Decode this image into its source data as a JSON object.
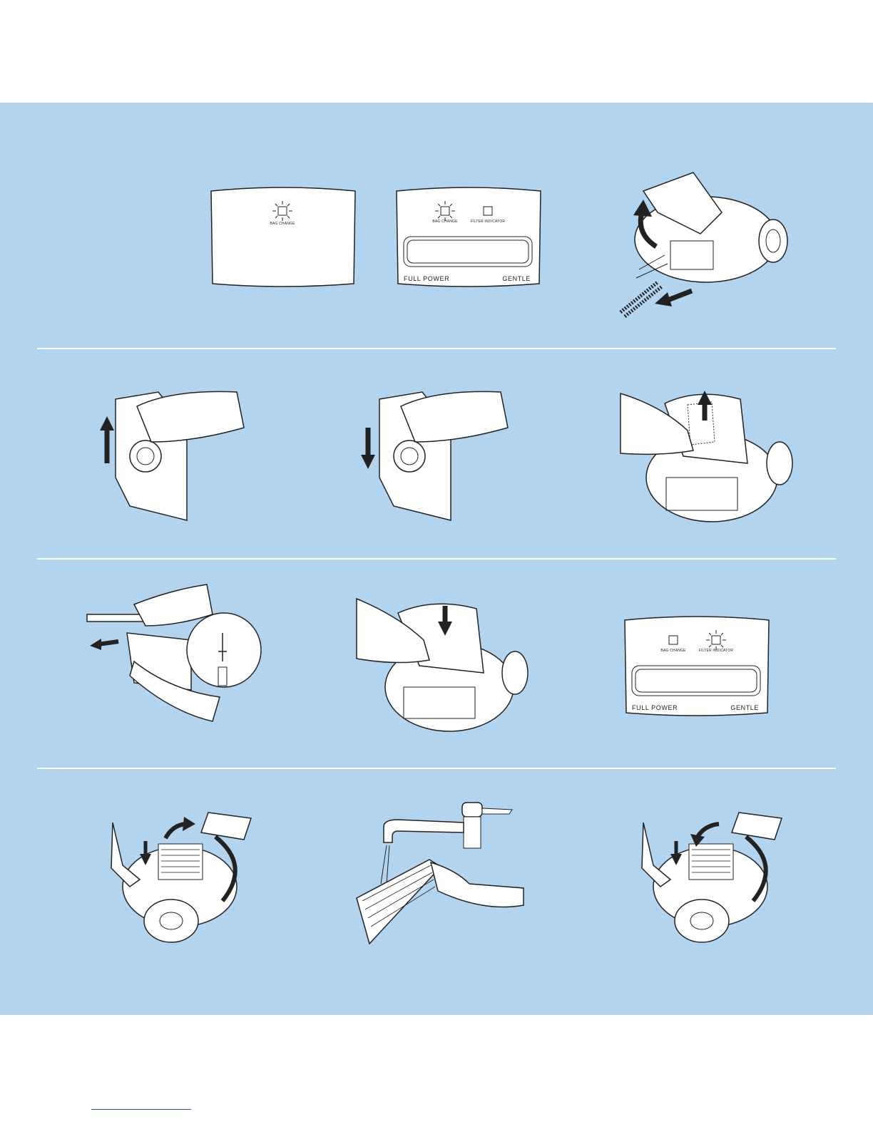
{
  "panels": {
    "indicator_simple": {
      "bag_label": "BAG CHANGE"
    },
    "indicator_bag": {
      "bag_label": "BAG CHANGE",
      "filter_label": "FILTER INDICATOR",
      "left_label": "FULL POWER",
      "right_label": "GENTLE"
    },
    "indicator_filter": {
      "bag_label": "BAG CHANGE",
      "filter_label": "FILTER INDICATOR",
      "left_label": "FULL POWER",
      "right_label": "GENTLE"
    }
  },
  "colors": {
    "panel_bg": "#b3d4ee",
    "line": "#222222",
    "divider": "#ffffff",
    "footer_rule": "#2b4aa8"
  },
  "icons": [
    "burst-light-icon",
    "arrow-up-icon",
    "arrow-down-icon",
    "arrow-left-icon",
    "curved-arrow-icon"
  ]
}
